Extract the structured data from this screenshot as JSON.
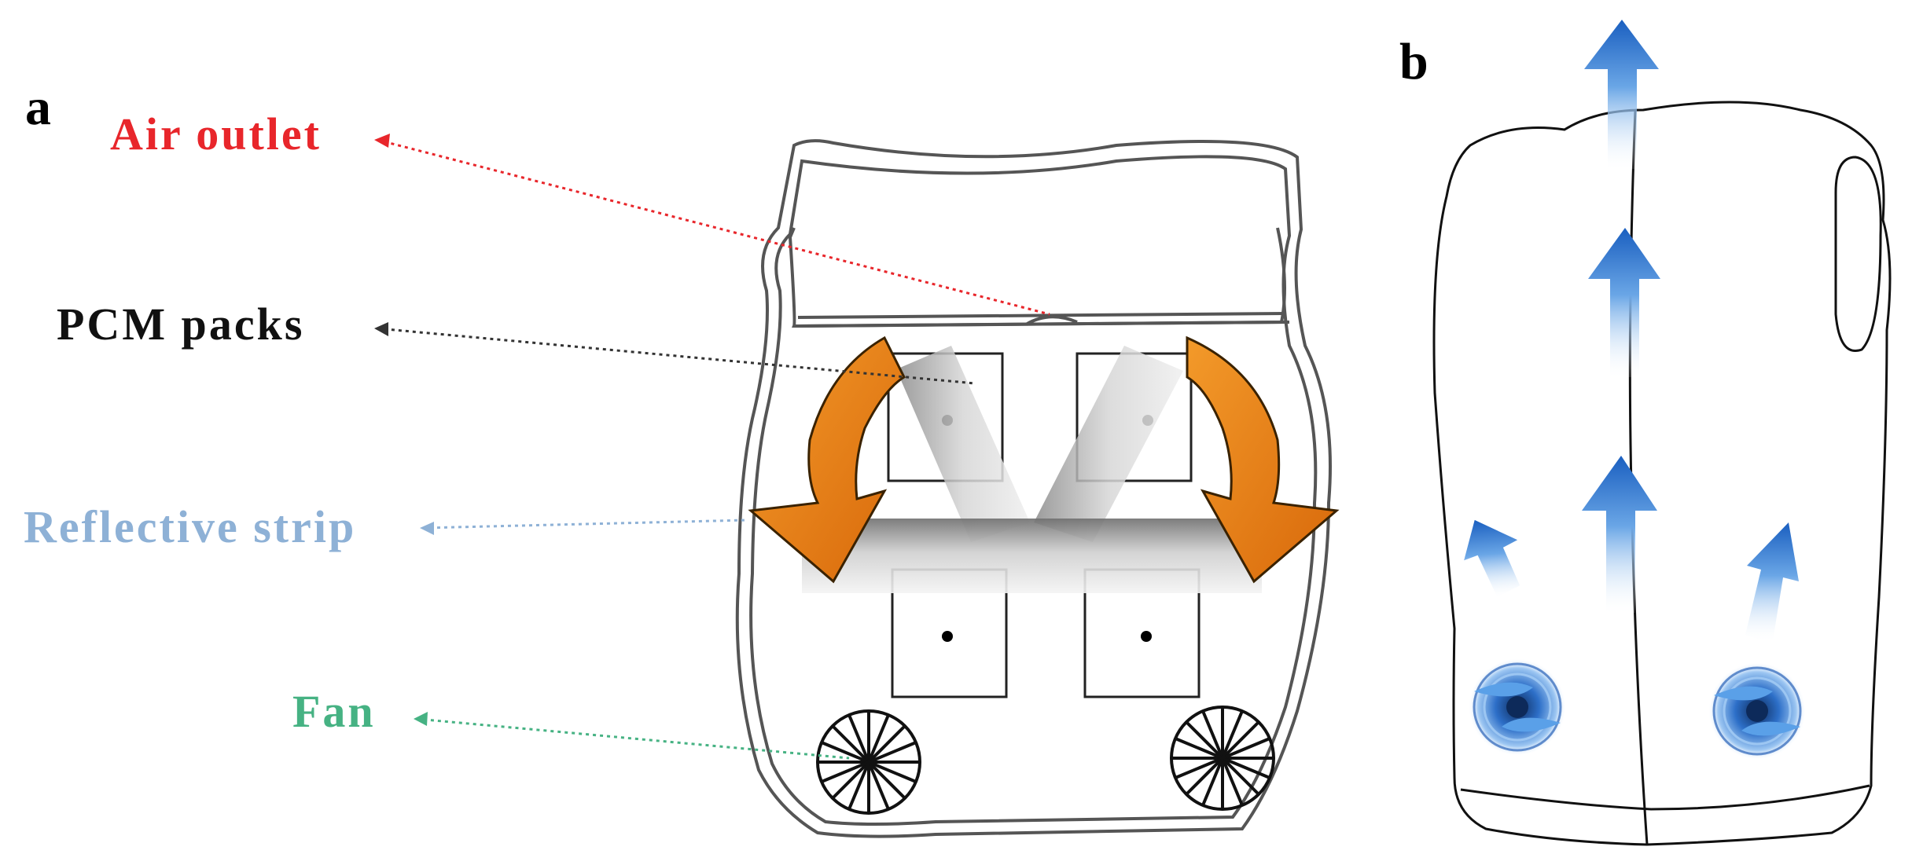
{
  "panels": {
    "a": {
      "letter": "a"
    },
    "b": {
      "letter": "b"
    }
  },
  "callouts": {
    "air_outlet": {
      "label": "Air outlet",
      "color": "#e8262b"
    },
    "pcm_packs": {
      "label": "PCM packs",
      "color": "#111111"
    },
    "reflective_strip": {
      "label": "Reflective strip",
      "color": "#8eb1d6"
    },
    "fan": {
      "label": "Fan",
      "color": "#46b283"
    }
  },
  "colors": {
    "outline": "#555555",
    "airflow_arrow": "#e87a12",
    "vest_b_outline": "#111111",
    "airflow_up_arrow": "#1f6fc9",
    "fan_b": "#2a63b8"
  },
  "icons": {
    "airflow_arrows_a": "curved-arrow-icon",
    "airflow_arrows_b": "up-arrow-icon",
    "fans_a": "wheel-fan-icon",
    "fans_b": "blue-fan-icon"
  }
}
